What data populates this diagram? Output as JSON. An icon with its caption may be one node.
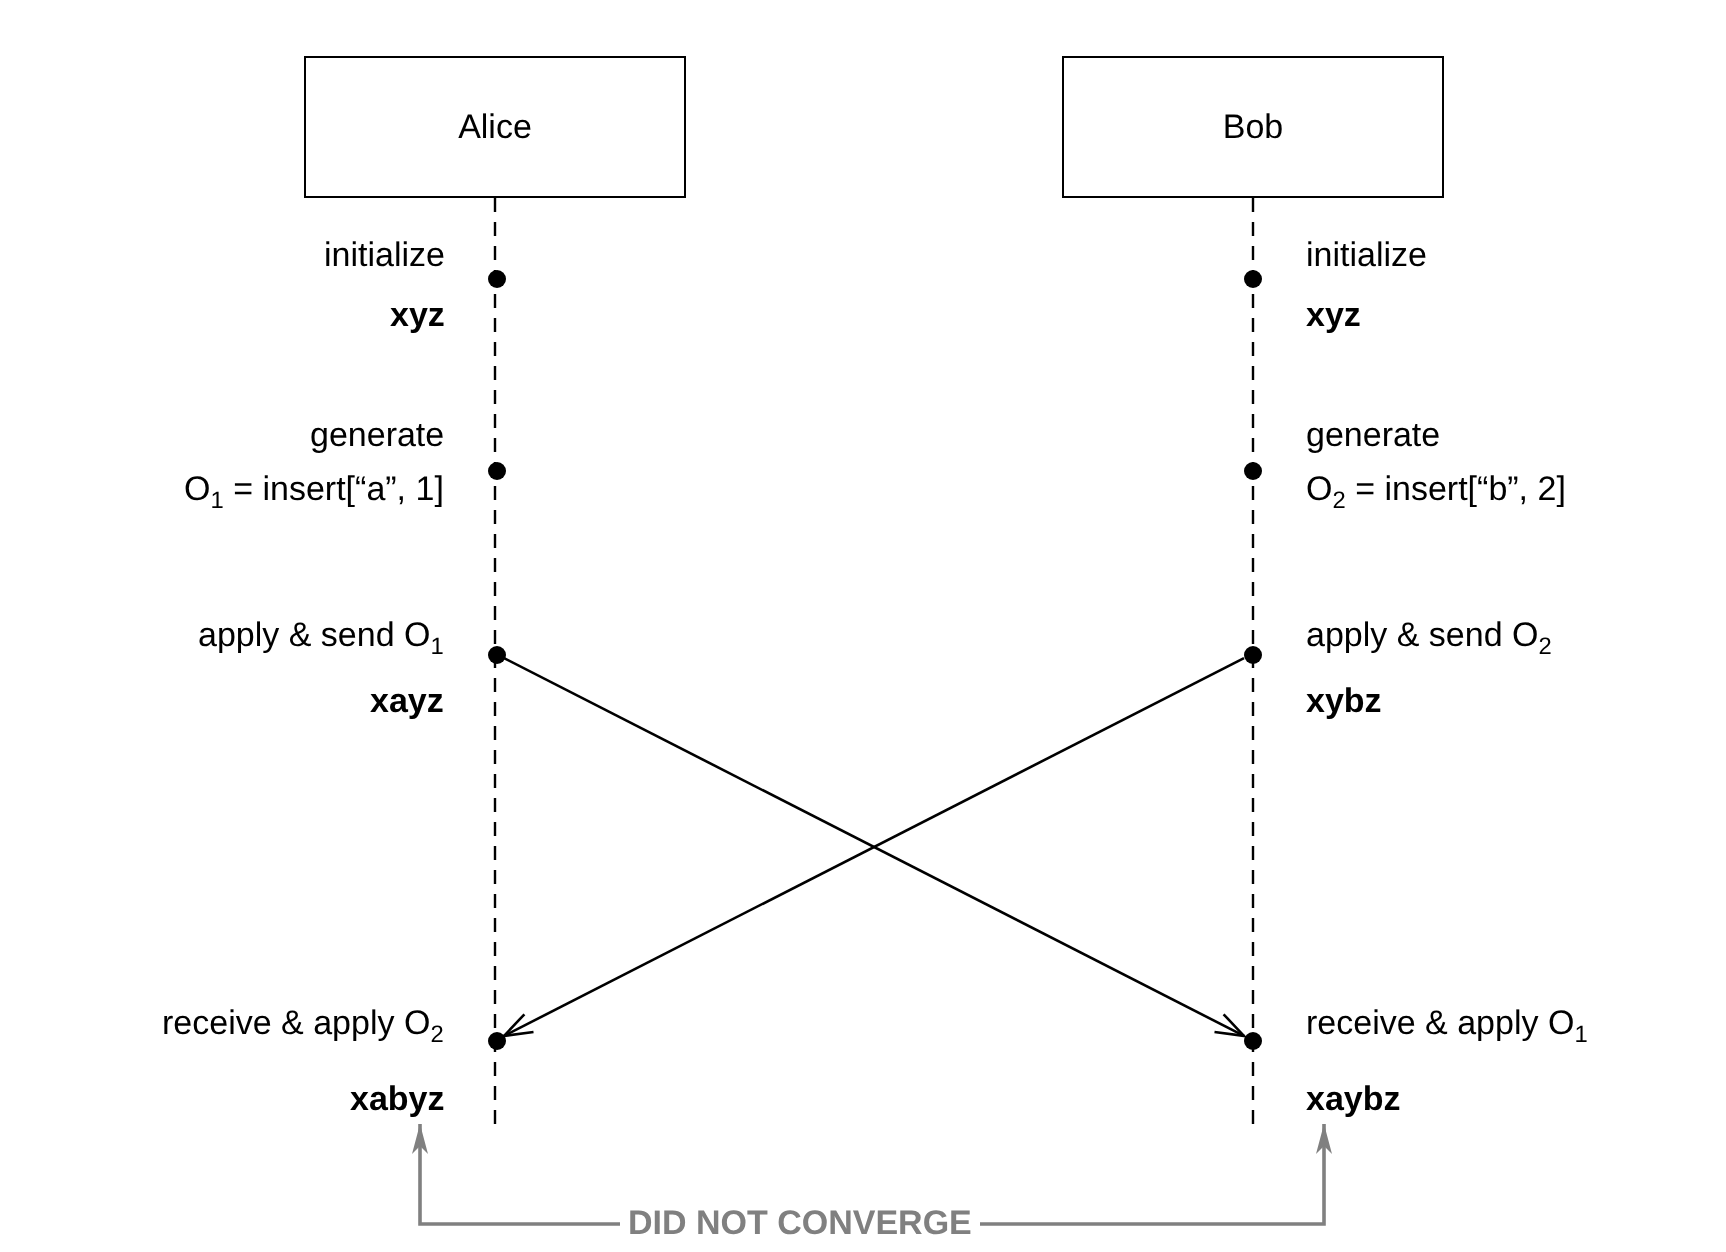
{
  "diagram": {
    "nodes": [
      {
        "text": [
          "Alice"
        ]
      },
      {
        "text": [
          "Bob"
        ]
      },
      {
        "text": [],
        "shape": "circle",
        "beside": [
          "initialize",
          "xyz"
        ]
      },
      {
        "text": [],
        "shape": "circle",
        "beside": [
          "initialize",
          "xyz"
        ]
      },
      {
        "text": [],
        "shape": "circle",
        "beside": [
          "generate",
          "O$_{1}$ = insert[“a”, 1]"
        ]
      },
      {
        "text": [],
        "shape": "circle",
        "beside": [
          "generate",
          "O$_{2}$ = insert[“b”, 2]"
        ]
      },
      {
        "text": [],
        "shape": "circle",
        "beside": [
          "apply & send O$_{1}$",
          "xayz"
        ]
      },
      {
        "text": [],
        "shape": "circle",
        "beside": [
          "apply & send O$_{2}$",
          "xybz"
        ]
      },
      {
        "text": [],
        "shape": "circle",
        "beside": [
          "receive & apply O$_{2}$"
        ]
      },
      {
        "text": [
          "xabyz"
        ]
      },
      {
        "text": [],
        "shape": "circle",
        "beside": [
          "receive & apply O$_{1}$"
        ]
      },
      {
        "text": [
          "xaybz"
        ]
      },
      {
        "text": [
          "DID NOT CONVERGE"
        ]
      }
    ],
    "edges": [
      {
        "from": 6,
        "to": 10,
        "arrow": "to"
      },
      {
        "from": 7,
        "to": 8,
        "arrow": "to"
      },
      {
        "from": 12,
        "to": 9,
        "arrow": "to",
        "color": "#808080"
      },
      {
        "from": 12,
        "to": 11,
        "arrow": "to",
        "color": "#808080"
      }
    ]
  }
}
